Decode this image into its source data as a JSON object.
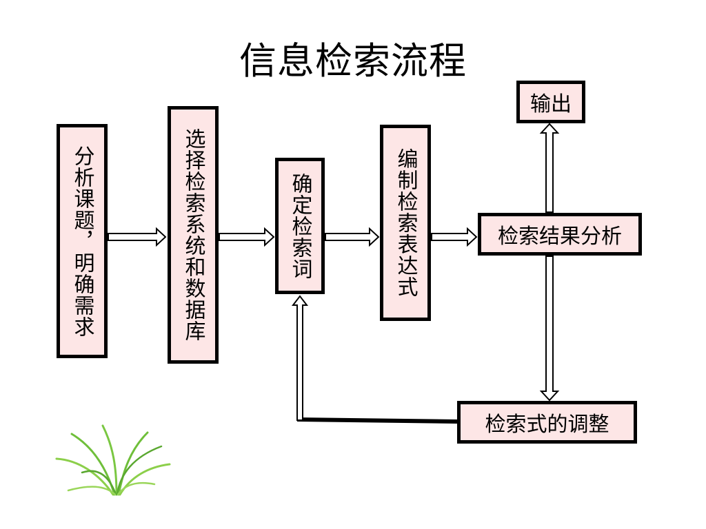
{
  "title": "信息检索流程",
  "boxes": {
    "analyze": "分析课题，明确需求",
    "select_db": "选择检索系统和数据库",
    "keywords": "确定检索词",
    "expression": "编制检索表达式",
    "result_analysis": "检索结果分析",
    "output": "输出",
    "adjust": "检索式的调整"
  },
  "colors": {
    "box_fill": "#fde6e6",
    "box_border": "#000000",
    "arrow_fill": "#ffffff",
    "grass": "#6fbf3a"
  },
  "icons": {
    "decoration": "grass-decoration"
  }
}
